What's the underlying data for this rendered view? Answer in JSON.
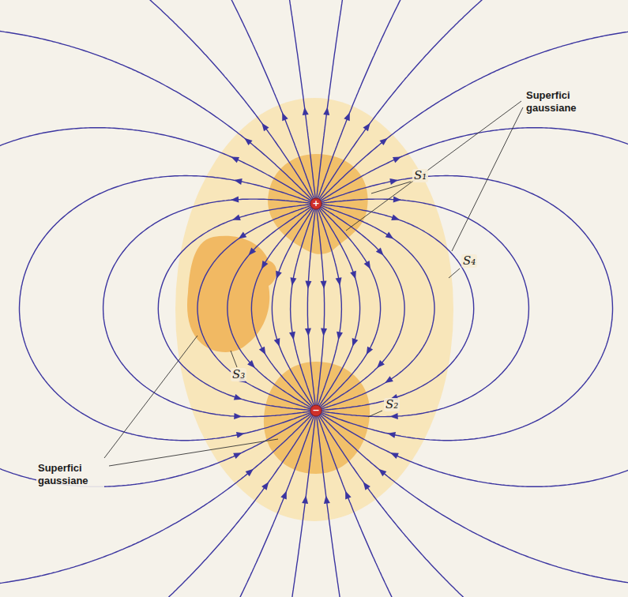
{
  "diagram": {
    "labels": [
      "S₁",
      "Superfici gaussiane",
      "S₄",
      "S₃",
      "S₂",
      "Superfici gaussiane",
      "+",
      "−"
    ]
  }
}
